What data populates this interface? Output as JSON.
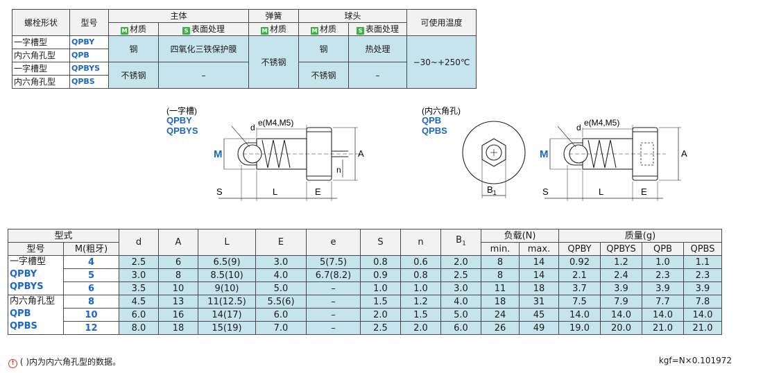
{
  "spec": {
    "headers": {
      "shape": "螺栓形状",
      "model": "型号",
      "body": "主体",
      "spring": "弹簧",
      "ball": "球头",
      "temp": "可使用温度",
      "material": "材质",
      "surface": "表面处理",
      "m_tag": "M",
      "s_tag": "S"
    },
    "rows": [
      {
        "shape": "一字槽型",
        "model": "QPBY"
      },
      {
        "shape": "内六角孔型",
        "model": "QPB"
      },
      {
        "shape": "一字槽型",
        "model": "QPBYS"
      },
      {
        "shape": "内六角孔型",
        "model": "QPBS"
      }
    ],
    "steel": "钢",
    "coating": "四氧化三铁保护膜",
    "stainless_body": "不锈钢",
    "dash_body": "–",
    "spring_material": "不锈钢",
    "ball_steel": "钢",
    "heat": "热处理",
    "ball_stainless": "不锈钢",
    "dash_ball": "–",
    "temperature": "−30~+250℃"
  },
  "diagram": {
    "left_caption": "(一字槽)",
    "left_models": [
      "QPBY",
      "QPBYS"
    ],
    "right_caption": "(内六角孔)",
    "right_models": [
      "QPB",
      "QPBS"
    ],
    "labels": {
      "d": "d",
      "e": "e(M4,M5)",
      "M": "M",
      "A": "A",
      "n": "n",
      "S": "S",
      "L": "L",
      "E": "E",
      "B": "B",
      "B_sub": "1"
    }
  },
  "dims": {
    "headers": {
      "type": "型式",
      "model": "型号",
      "m": "M(粗牙)",
      "d": "d",
      "A": "A",
      "L": "L",
      "E": "E",
      "e": "e",
      "S": "S",
      "n": "n",
      "B": "B",
      "B_sub": "1",
      "load": "负载(N)",
      "min": "min.",
      "max": "max.",
      "mass": "质量(g)",
      "qpby": "QPBY",
      "qpbys": "QPBYS",
      "qpb": "QPB",
      "qpbs": "QPBS"
    },
    "group1": {
      "title": "一字槽型",
      "models": [
        "QPBY",
        "QPBYS"
      ]
    },
    "group2": {
      "title": "内六角孔型",
      "models": [
        "QPB",
        "QPBS"
      ]
    },
    "rows": [
      {
        "m": "4",
        "d": "2.5",
        "A": "6",
        "L": "6.5(9)",
        "E": "3.0",
        "e": "5(7.5)",
        "S": "0.8",
        "n": "0.6",
        "B": "2.0",
        "min": "8",
        "max": "14",
        "qpby": "0.92",
        "qpbys": "1.2",
        "qpb": "1.0",
        "qpbs": "1.1"
      },
      {
        "m": "5",
        "d": "3.0",
        "A": "8",
        "L": "8.5(10)",
        "E": "4.0",
        "e": "6.7(8.2)",
        "S": "0.9",
        "n": "0.8",
        "B": "2.5",
        "min": "8",
        "max": "14",
        "qpby": "2.1",
        "qpbys": "2.4",
        "qpb": "2.3",
        "qpbs": "2.3"
      },
      {
        "m": "6",
        "d": "3.5",
        "A": "10",
        "L": "9(10)",
        "E": "5.0",
        "e": "–",
        "S": "1.0",
        "n": "1.0",
        "B": "3.0",
        "min": "11",
        "max": "18",
        "qpby": "3.7",
        "qpbys": "3.9",
        "qpb": "3.9",
        "qpbs": "3.9"
      },
      {
        "m": "8",
        "d": "4.5",
        "A": "13",
        "L": "11(12.5)",
        "E": "5.5(6)",
        "e": "–",
        "S": "1.5",
        "n": "1.2",
        "B": "4.0",
        "min": "18",
        "max": "31",
        "qpby": "7.5",
        "qpbys": "7.9",
        "qpb": "7.7",
        "qpbs": "7.8"
      },
      {
        "m": "10",
        "d": "6.0",
        "A": "16",
        "L": "14(17)",
        "E": "6.0",
        "e": "–",
        "S": "2.0",
        "n": "1.5",
        "B": "5.0",
        "min": "24",
        "max": "45",
        "qpby": "14.0",
        "qpbys": "14.0",
        "qpb": "14.0",
        "qpbs": "14.0"
      },
      {
        "m": "12",
        "d": "8.0",
        "A": "18",
        "L": "15(19)",
        "E": "7.0",
        "e": "–",
        "S": "2.5",
        "n": "2.0",
        "B": "6.0",
        "min": "26",
        "max": "49",
        "qpby": "19.0",
        "qpbys": "20.0",
        "qpb": "21.0",
        "qpbs": "21.0"
      }
    ]
  },
  "notes": {
    "icon": "!",
    "left": "(  )内为内六角孔型的数据。",
    "right": "kgf=N×0.101972"
  }
}
